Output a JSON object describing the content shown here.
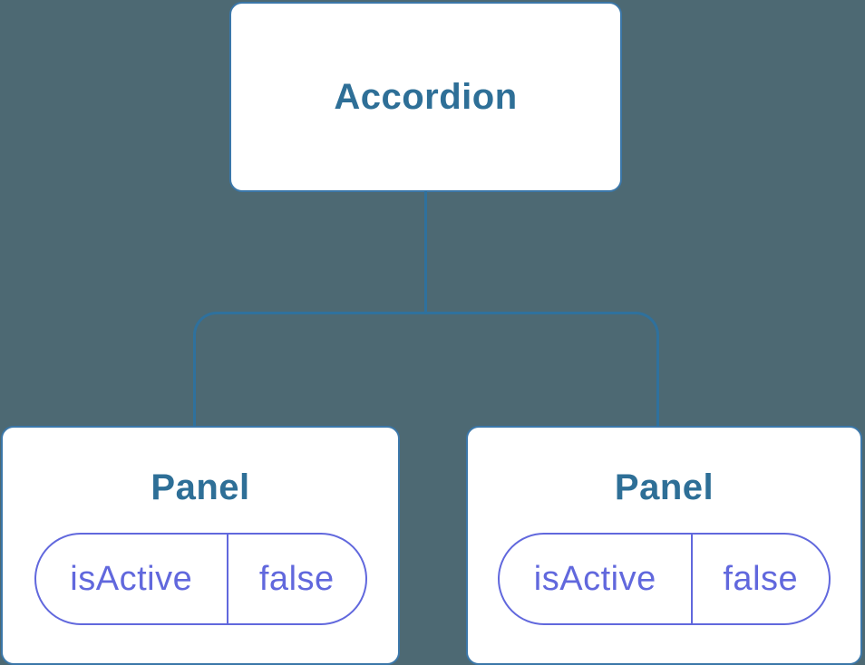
{
  "colors": {
    "background": "#4D6973",
    "node_fill": "#FFFFFF",
    "node_border": "#3B77A9",
    "node_text": "#2E6F97",
    "connector": "#2F719D",
    "state_accent": "#6168DD"
  },
  "tree": {
    "root": {
      "label": "Accordion"
    },
    "children": [
      {
        "label": "Panel",
        "state": {
          "name": "isActive",
          "value": "false"
        }
      },
      {
        "label": "Panel",
        "state": {
          "name": "isActive",
          "value": "false"
        }
      }
    ]
  }
}
